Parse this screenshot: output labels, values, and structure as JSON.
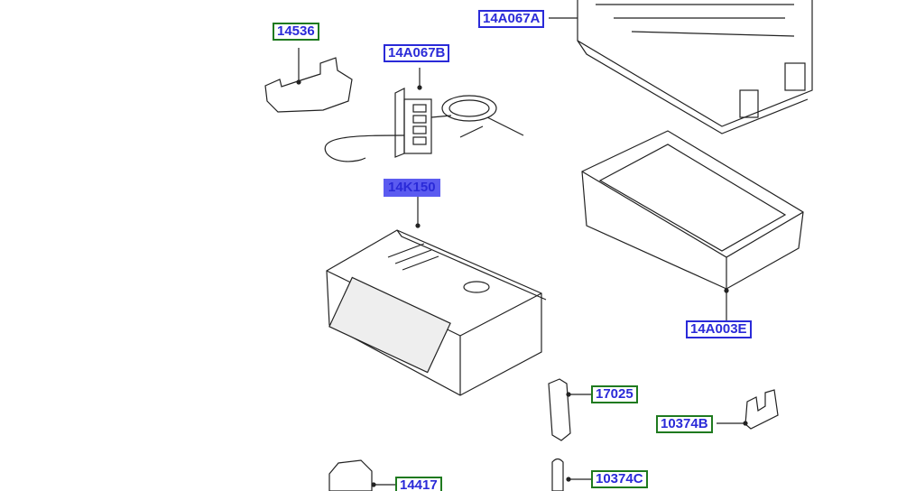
{
  "diagram": {
    "callouts": [
      {
        "id": "14536",
        "style": "green"
      },
      {
        "id": "14A067B",
        "style": "blue"
      },
      {
        "id": "14A067A",
        "style": "blue"
      },
      {
        "id": "14K150",
        "style": "highlighted"
      },
      {
        "id": "14A003E",
        "style": "blue"
      },
      {
        "id": "17025",
        "style": "green"
      },
      {
        "id": "10374B",
        "style": "green"
      },
      {
        "id": "10374C",
        "style": "green"
      },
      {
        "id": "14417",
        "style": "green"
      }
    ]
  },
  "colors": {
    "green_border": "#1f7a1f",
    "blue_border": "#2a2ad8",
    "highlight": "#5b5bf0",
    "text": "#2a2ad8"
  }
}
